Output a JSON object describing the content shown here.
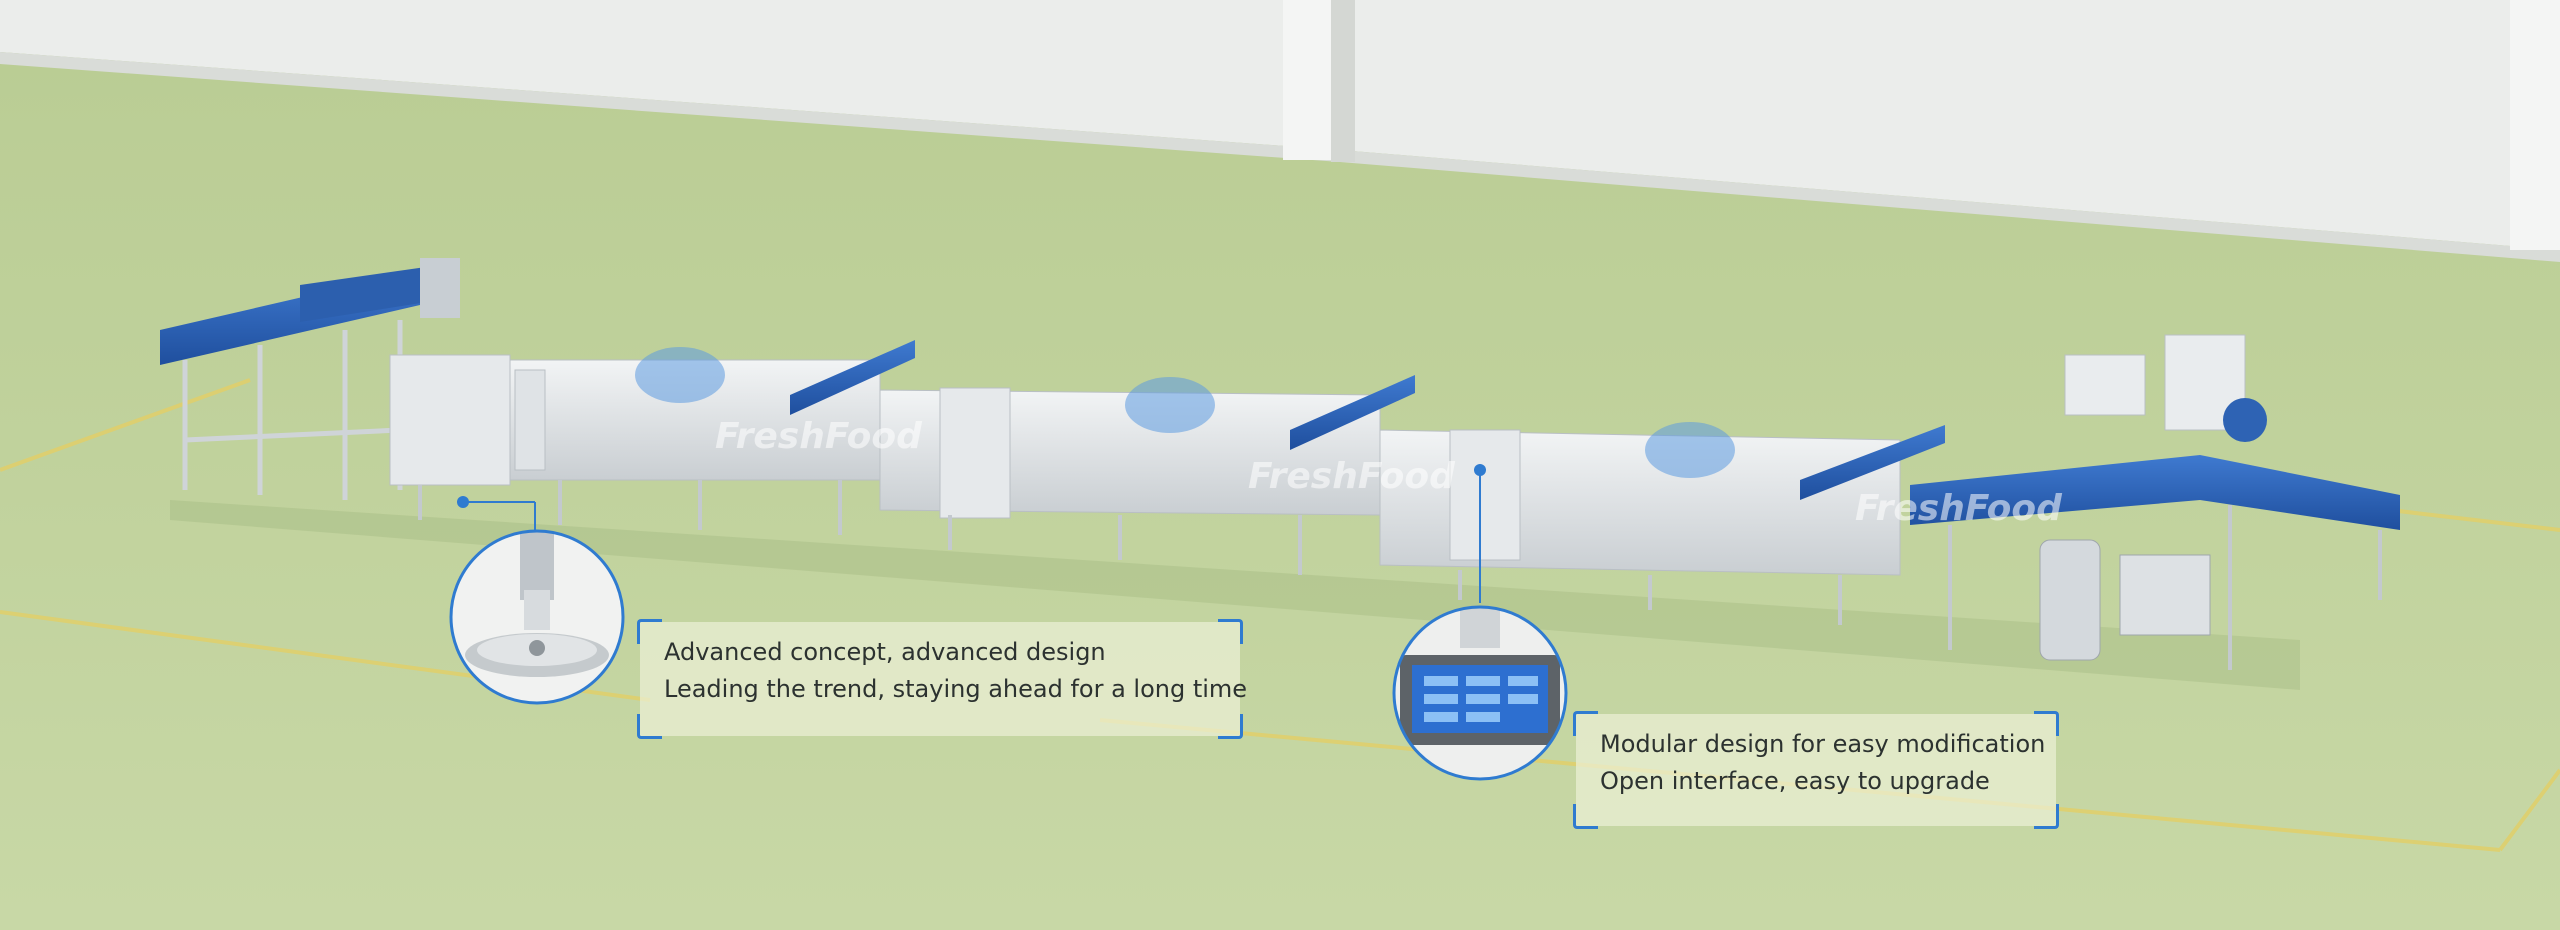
{
  "scene": {
    "watermarks": [
      "FreshFood",
      "FreshFood",
      "FreshFood"
    ],
    "colors": {
      "floor": "#c2d3a0",
      "wall": "#eceeec",
      "floor_line": "#e2d06a",
      "machine_steel": "#dfe3e6",
      "belt_blue": "#2e63b4",
      "callout_border": "#2f7bd0"
    }
  },
  "callouts": [
    {
      "lines": [
        "Advanced concept, advanced design",
        "Leading the trend, staying ahead for a long time"
      ]
    },
    {
      "lines": [
        "Modular design for easy modification",
        "Open interface, easy to upgrade"
      ]
    }
  ],
  "details": [
    {
      "subject": "adjustable-foot"
    },
    {
      "subject": "touch-control-panel"
    }
  ]
}
